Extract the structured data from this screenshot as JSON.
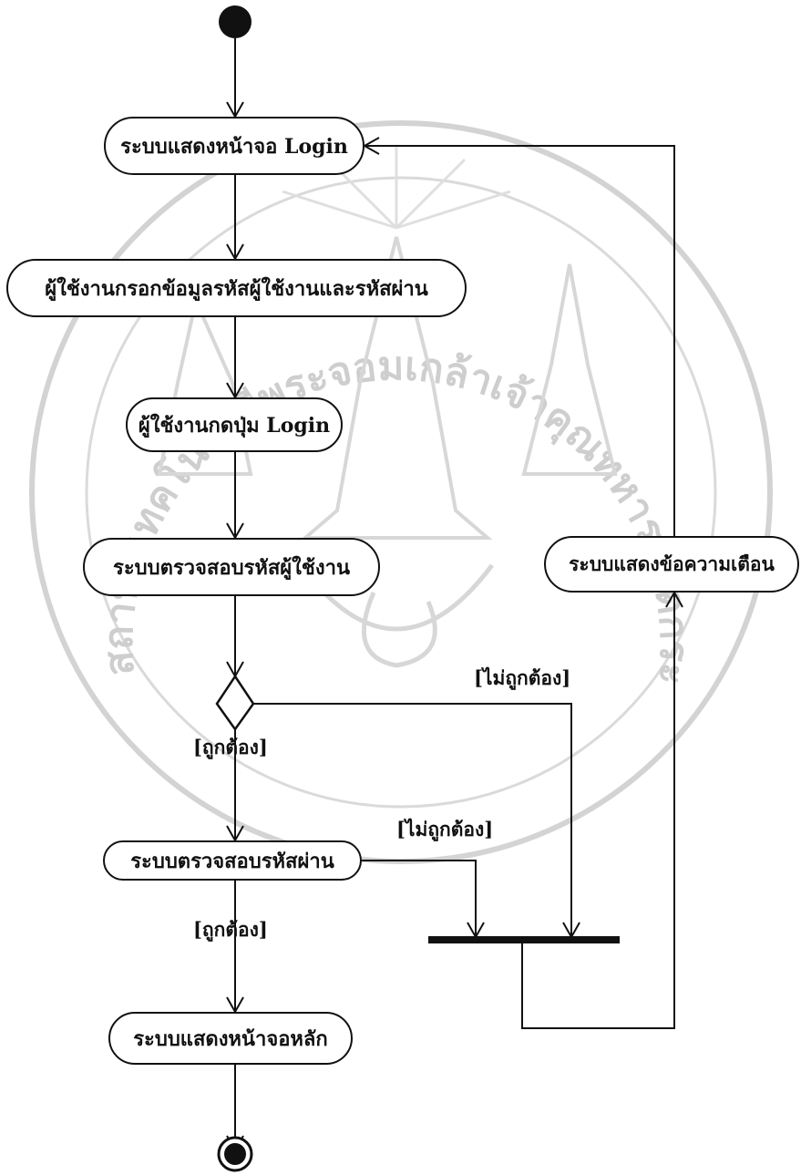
{
  "watermark": {
    "arc_text": "สถาบันเทคโนโลยีพระจอมเกล้าเจ้าคุณทหารลาดกระบัง",
    "color": "#c9c9c9"
  },
  "activities": {
    "login_screen": "ระบบแสดงหน้าจอ Login",
    "enter_credentials": "ผู้ใช้งานกรอกข้อมูลรหัสผู้ใช้งานและรหัสผ่าน",
    "press_login": "ผู้ใช้งานกดปุ่ม Login",
    "check_username": "ระบบตรวจสอบรหัสผู้ใช้งาน",
    "check_password": "ระบบตรวจสอบรหัสผ่าน",
    "main_screen": "ระบบแสดงหน้าจอหลัก",
    "show_warning": "ระบบแสดงข้อความเตือน"
  },
  "guards": {
    "username_correct": "[ถูกต้อง]",
    "username_incorrect": "[ไม่ถูกต้อง]",
    "password_correct": "[ถูกต้อง]",
    "password_incorrect": "[ไม่ถูกต้อง]"
  },
  "colors": {
    "stroke": "#111111",
    "background": "#ffffff"
  }
}
